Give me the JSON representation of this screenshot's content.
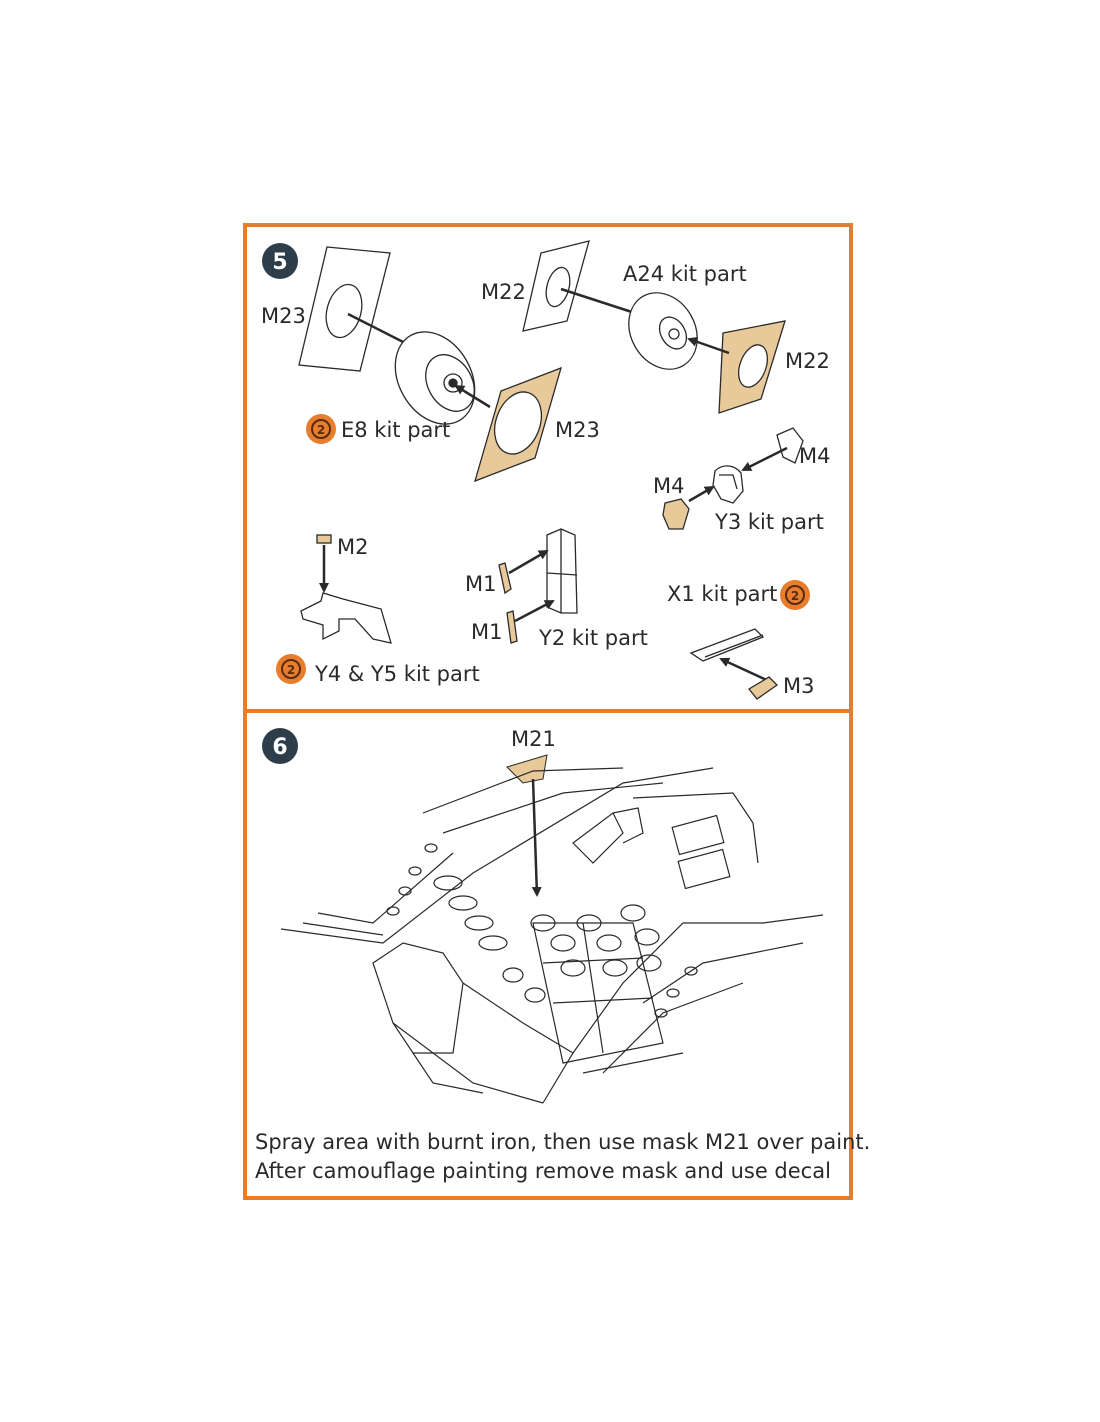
{
  "colors": {
    "border": "#e67e2e",
    "mask_fill": "#e7c99a",
    "step_badge": "#2d3e4a",
    "line": "#2a2a2a"
  },
  "step5": {
    "number": "5",
    "labels": {
      "m23_left": "M23",
      "m22_top": "M22",
      "a24": "A24 kit part",
      "m22_right": "M22",
      "e8": "E8 kit part",
      "m23_bottom": "M23",
      "m4_right": "M4",
      "m4_left": "M4",
      "y3": "Y3 kit part",
      "m2": "M2",
      "m1_top": "M1",
      "m1_bottom": "M1",
      "y2": "Y2 kit part",
      "x1": "X1 kit part",
      "y4y5": "Y4 & Y5 kit part",
      "m3": "M3"
    },
    "icons": [
      "glue-icon",
      "glue-icon",
      "glue-icon"
    ]
  },
  "step6": {
    "number": "6",
    "labels": {
      "m21": "M21"
    },
    "caption_line1": "Spray area with burnt iron, then use mask M21 over paint.",
    "caption_line2": "After camouflage painting remove mask and use decal"
  }
}
